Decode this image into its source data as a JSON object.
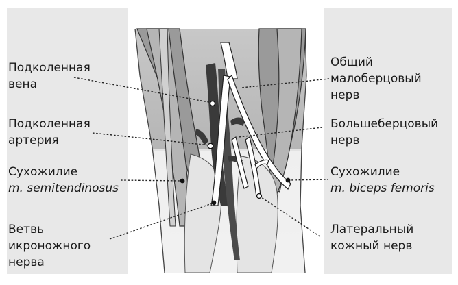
{
  "labels": {
    "popliteal_vein": [
      "Подколенная",
      "вена"
    ],
    "popliteal_artery": [
      "Подколенная",
      "артерия"
    ],
    "semitendinosus": [
      "Сухожилие",
      "m. semitendinosus"
    ],
    "saphenous_branch": [
      "Ветвь",
      "икроножного",
      "нерва"
    ],
    "common_peroneal": [
      "Общий",
      "малоберцовый",
      "нерв"
    ],
    "tibial_nerve": [
      "Большеберцовый",
      "нерв"
    ],
    "biceps_femoris": [
      "Сухожилие",
      "m. biceps femoris"
    ],
    "lateral_cutaneous": [
      "Латеральный",
      "кожный нерв"
    ]
  },
  "colors": {
    "panel": "#e8e8e8",
    "muscle_dark": "#8c8c8c",
    "muscle_mid": "#a9a9a9",
    "vessel": "#3a3a3a",
    "nerve": "#ffffff"
  }
}
